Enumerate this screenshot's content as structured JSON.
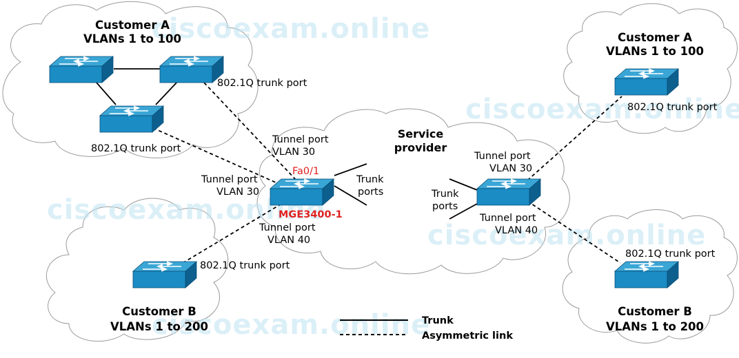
{
  "watermark": "ciscoexam.online",
  "clouds": {
    "customer_a_left": {
      "name": "Customer A",
      "vlans": "VLANs 1 to 100"
    },
    "customer_b_left": {
      "name": "Customer B",
      "vlans": "VLANs 1 to 200"
    },
    "customer_a_right": {
      "name": "Customer A",
      "vlans": "VLANs 1 to 100"
    },
    "customer_b_right": {
      "name": "Customer B",
      "vlans": "VLANs 1 to 200"
    },
    "provider": {
      "line1": "Service",
      "line2": "provider"
    }
  },
  "labels": {
    "trunk_port_a_left_top": "802.1Q trunk port",
    "trunk_port_a_left_bottom": "802.1Q trunk port",
    "trunk_port_b_left": "802.1Q trunk port",
    "trunk_port_a_right": "802.1Q trunk port",
    "trunk_port_b_right": "802.1Q trunk port",
    "tunnel_top_left_1": "Tunnel port",
    "tunnel_top_left_2": "VLAN 30",
    "tunnel_mid_left_1": "Tunnel port",
    "tunnel_mid_left_2": "VLAN 30",
    "tunnel_bot_left_1": "Tunnel port",
    "tunnel_bot_left_2": "VLAN 40",
    "fa_port": "Fa0/1",
    "switch_name": "MGE3400-1",
    "trunk_ports_left_1": "Trunk",
    "trunk_ports_left_2": "ports",
    "trunk_ports_right_1": "Trunk",
    "trunk_ports_right_2": "ports",
    "tunnel_top_right_1": "Tunnel port",
    "tunnel_top_right_2": "VLAN 30",
    "tunnel_bot_right_1": "Tunnel port",
    "tunnel_bot_right_2": "VLAN 40"
  },
  "legend": {
    "trunk": "Trunk",
    "asymmetric": "Asymmetric link"
  },
  "colors": {
    "switch_top": "#3aa6d6",
    "switch_front": "#1b8cc4",
    "switch_side": "#0d5f8e",
    "red": "#e02020"
  }
}
